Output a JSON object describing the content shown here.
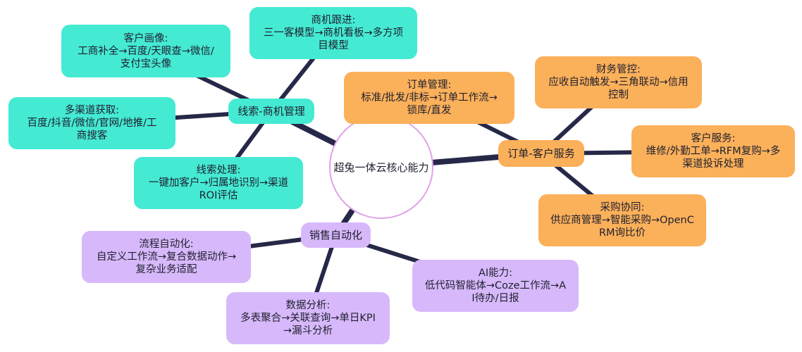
{
  "center": {
    "label": "超兔一体云核心能力"
  },
  "branches": [
    {
      "label": "线索-商机管理",
      "leaves": [
        {
          "lines": [
            "客户画像:",
            "工商补全→百度/天眼查→微信/",
            "支付宝头像"
          ]
        },
        {
          "lines": [
            "商机跟进:",
            "三一客模型→商机看板→多方项",
            "目模型"
          ]
        },
        {
          "lines": [
            "多渠道获取:",
            "百度/抖音/微信/官网/地推/工",
            "商搜客"
          ]
        },
        {
          "lines": [
            "线索处理:",
            "一键加客户→归属地识别→渠道",
            "ROI评估"
          ]
        }
      ]
    },
    {
      "label": "订单-客户服务",
      "leaves": [
        {
          "lines": [
            "订单管理:",
            "标准/批发/非标→订单工作流→",
            "锁库/直发"
          ]
        },
        {
          "lines": [
            "财务管控:",
            "应收自动触发→三角联动→信用",
            "控制"
          ]
        },
        {
          "lines": [
            "客户服务:",
            "维修/外勤工单→RFM复购→多",
            "渠道投诉处理"
          ]
        },
        {
          "lines": [
            "采购协同:",
            "供应商管理→智能采购→OpenC",
            "RM询比价"
          ]
        }
      ]
    },
    {
      "label": "销售自动化",
      "leaves": [
        {
          "lines": [
            "流程自动化:",
            "自定义工作流→复合数据动作→",
            "复杂业务适配"
          ]
        },
        {
          "lines": [
            "AI能力:",
            "低代码智能体→Coze工作流→A",
            "I待办/日报"
          ]
        },
        {
          "lines": [
            "数据分析:",
            "多表聚合→关联查询→单日KPI",
            "→漏斗分析"
          ]
        }
      ]
    }
  ],
  "colors": {
    "teal": "#45ead3",
    "orange": "#fbb05a",
    "purple": "#d7b9fb",
    "link": "#262848",
    "center_border": "#e1a1e9"
  }
}
